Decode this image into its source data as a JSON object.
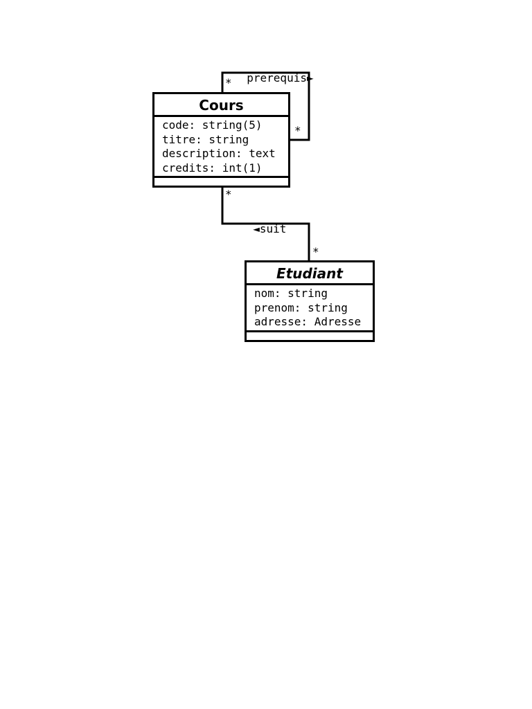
{
  "classes": {
    "cours": {
      "name": "Cours",
      "attributes": [
        "code: string(5)",
        "titre: string",
        "description: text",
        "credits: int(1)"
      ]
    },
    "etudiant": {
      "name": "Etudiant",
      "attributes": [
        "nom: string",
        "prenom: string",
        "adresse: Adresse"
      ]
    }
  },
  "associations": {
    "prerequis": {
      "label": "prerequis",
      "direction_arrow": "►",
      "multiplicity_top": "*",
      "multiplicity_right": "*"
    },
    "suit": {
      "label": "suit",
      "direction_arrow": "◄",
      "multiplicity_cours": "*",
      "multiplicity_etudiant": "*"
    }
  }
}
